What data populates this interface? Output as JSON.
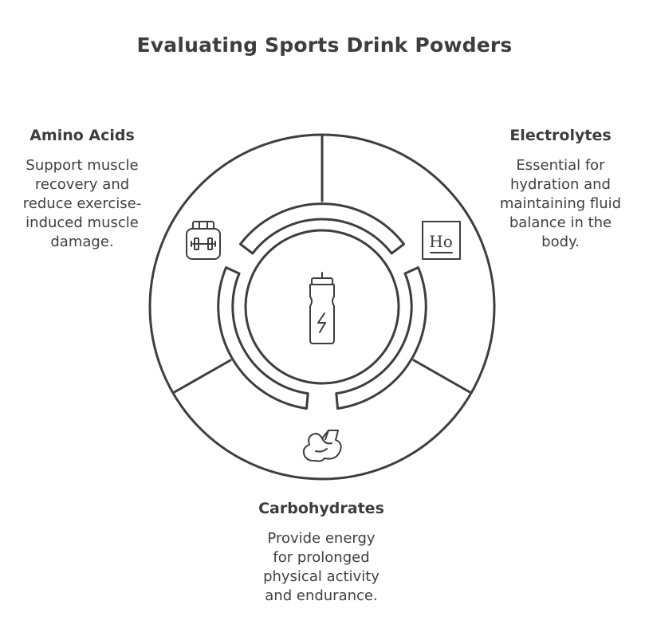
{
  "title": "Evaluating Sports Drink Powders",
  "components": {
    "amino_acids": {
      "heading": "Amino Acids",
      "lines": [
        "Support muscle",
        "recovery and",
        "reduce exercise-",
        "induced muscle",
        "damage."
      ],
      "icon": "protein-jar-icon"
    },
    "electrolytes": {
      "heading": "Electrolytes",
      "lines": [
        "Essential for",
        "hydration and",
        "maintaining fluid",
        "balance in the",
        "body."
      ],
      "icon": "periodic-element-icon",
      "icon_text": "Ho"
    },
    "carbohydrates": {
      "heading": "Carbohydrates",
      "lines": [
        "Provide energy",
        "for prolonged",
        "physical activity",
        "and endurance."
      ],
      "icon": "flexed-arm-icon"
    }
  },
  "center_icon": "sports-bottle-icon"
}
